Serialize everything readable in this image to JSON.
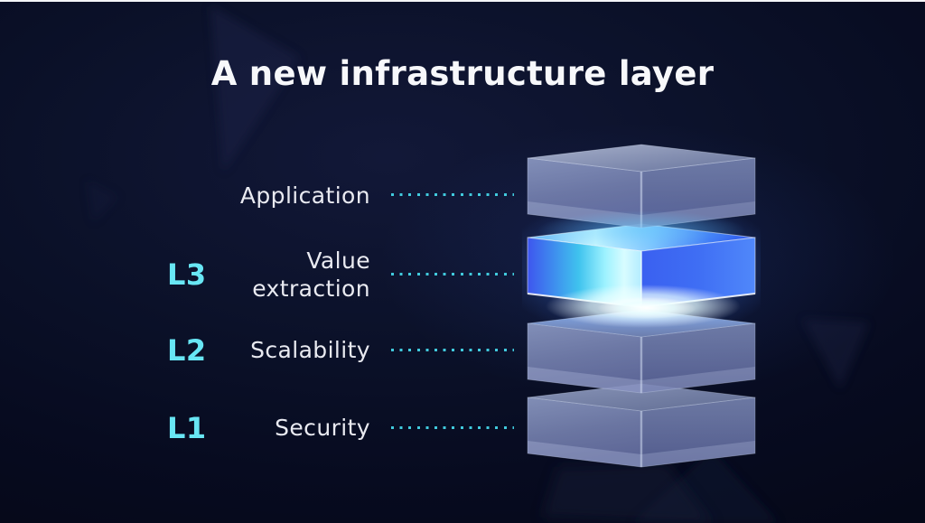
{
  "slide": {
    "title": "A new infrastructure layer"
  },
  "layers": [
    {
      "level": "",
      "name": "Application",
      "highlighted": false
    },
    {
      "level": "L3",
      "name": "Value extraction",
      "highlighted": true
    },
    {
      "level": "L2",
      "name": "Scalability",
      "highlighted": false
    },
    {
      "level": "L1",
      "name": "Security",
      "highlighted": false
    }
  ],
  "colors": {
    "background_navy": "#0a0f28",
    "level_cyan": "#68e6f4",
    "leader_dots_teal": "#41cadd",
    "title_white": "#f7f8fb",
    "label_white": "#e9eaf1",
    "highlight_box_blue": "#3e6cf2",
    "highlight_glow_cyan": "#9df2ff",
    "box_steel_blue": "#8290bf"
  }
}
